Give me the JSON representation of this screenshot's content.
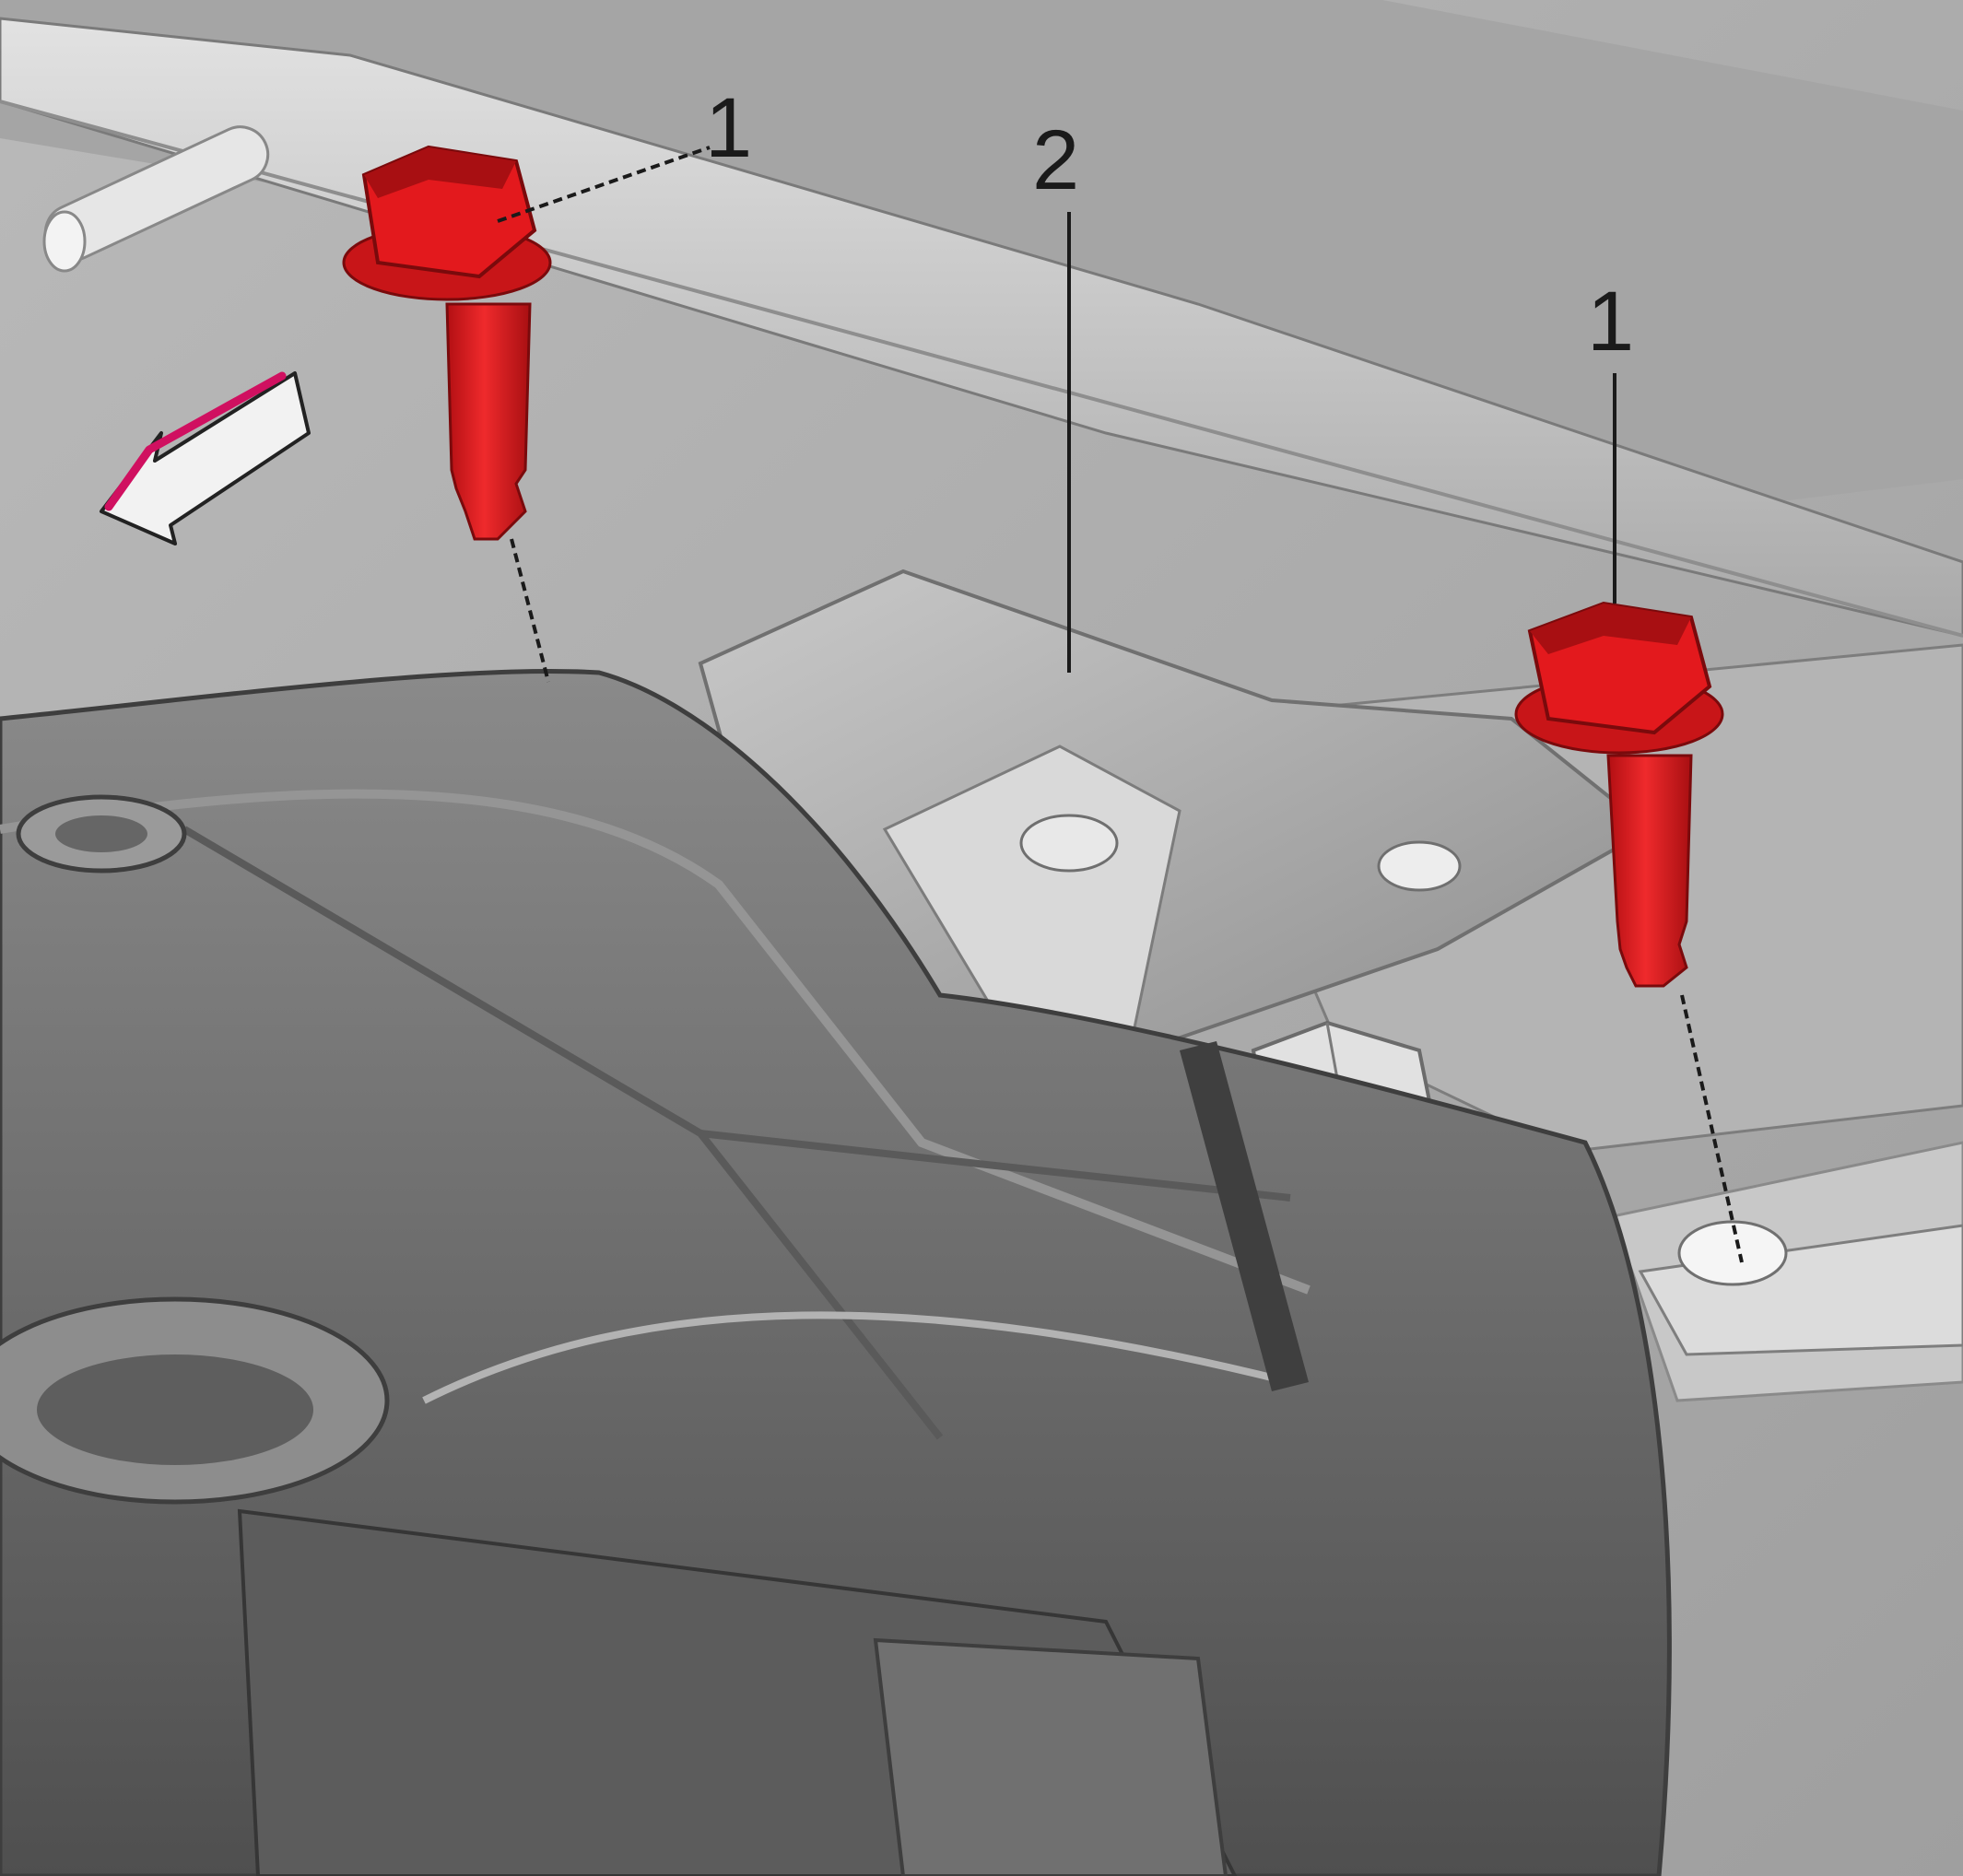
{
  "callouts": [
    {
      "id": "bolt-left",
      "number": "1"
    },
    {
      "id": "bracket",
      "number": "2"
    },
    {
      "id": "bolt-right",
      "number": "1"
    }
  ],
  "colors": {
    "highlight": "#e3191d",
    "highlight_dark": "#a80f12",
    "direction_arrow": "#d01060",
    "metal_light": "#d8d8d8",
    "metal_mid": "#a8a8a8",
    "plastic_dark": "#6e6e6e"
  },
  "icons": {
    "bolt": "hex-flange-bolt-icon",
    "arrow": "front-direction-arrow-icon"
  }
}
